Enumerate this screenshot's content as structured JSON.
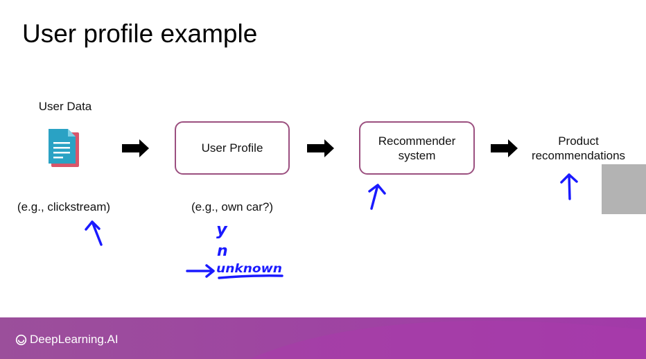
{
  "title": "User profile example",
  "user_data": {
    "label": "User Data",
    "note": "(e.g., clickstream)",
    "icon": "document-icon"
  },
  "user_profile": {
    "label": "User Profile",
    "note": "(e.g., own car?)"
  },
  "recommender": {
    "line1": "Recommender",
    "line2": "system"
  },
  "product": {
    "line1": "Product",
    "line2": "recommendations"
  },
  "handwriting": {
    "yes": "y",
    "no": "n",
    "unknown": "unknown"
  },
  "footer": {
    "brand": "DeepLearning.AI"
  },
  "colors": {
    "box_border": "#9b4f7f",
    "ink_blue": "#1a1aff",
    "footer_gradient_start": "#9b4f9b",
    "footer_gradient_end": "#a23aa9",
    "doc_teal": "#2aa2c4",
    "doc_red": "#d9566a"
  }
}
